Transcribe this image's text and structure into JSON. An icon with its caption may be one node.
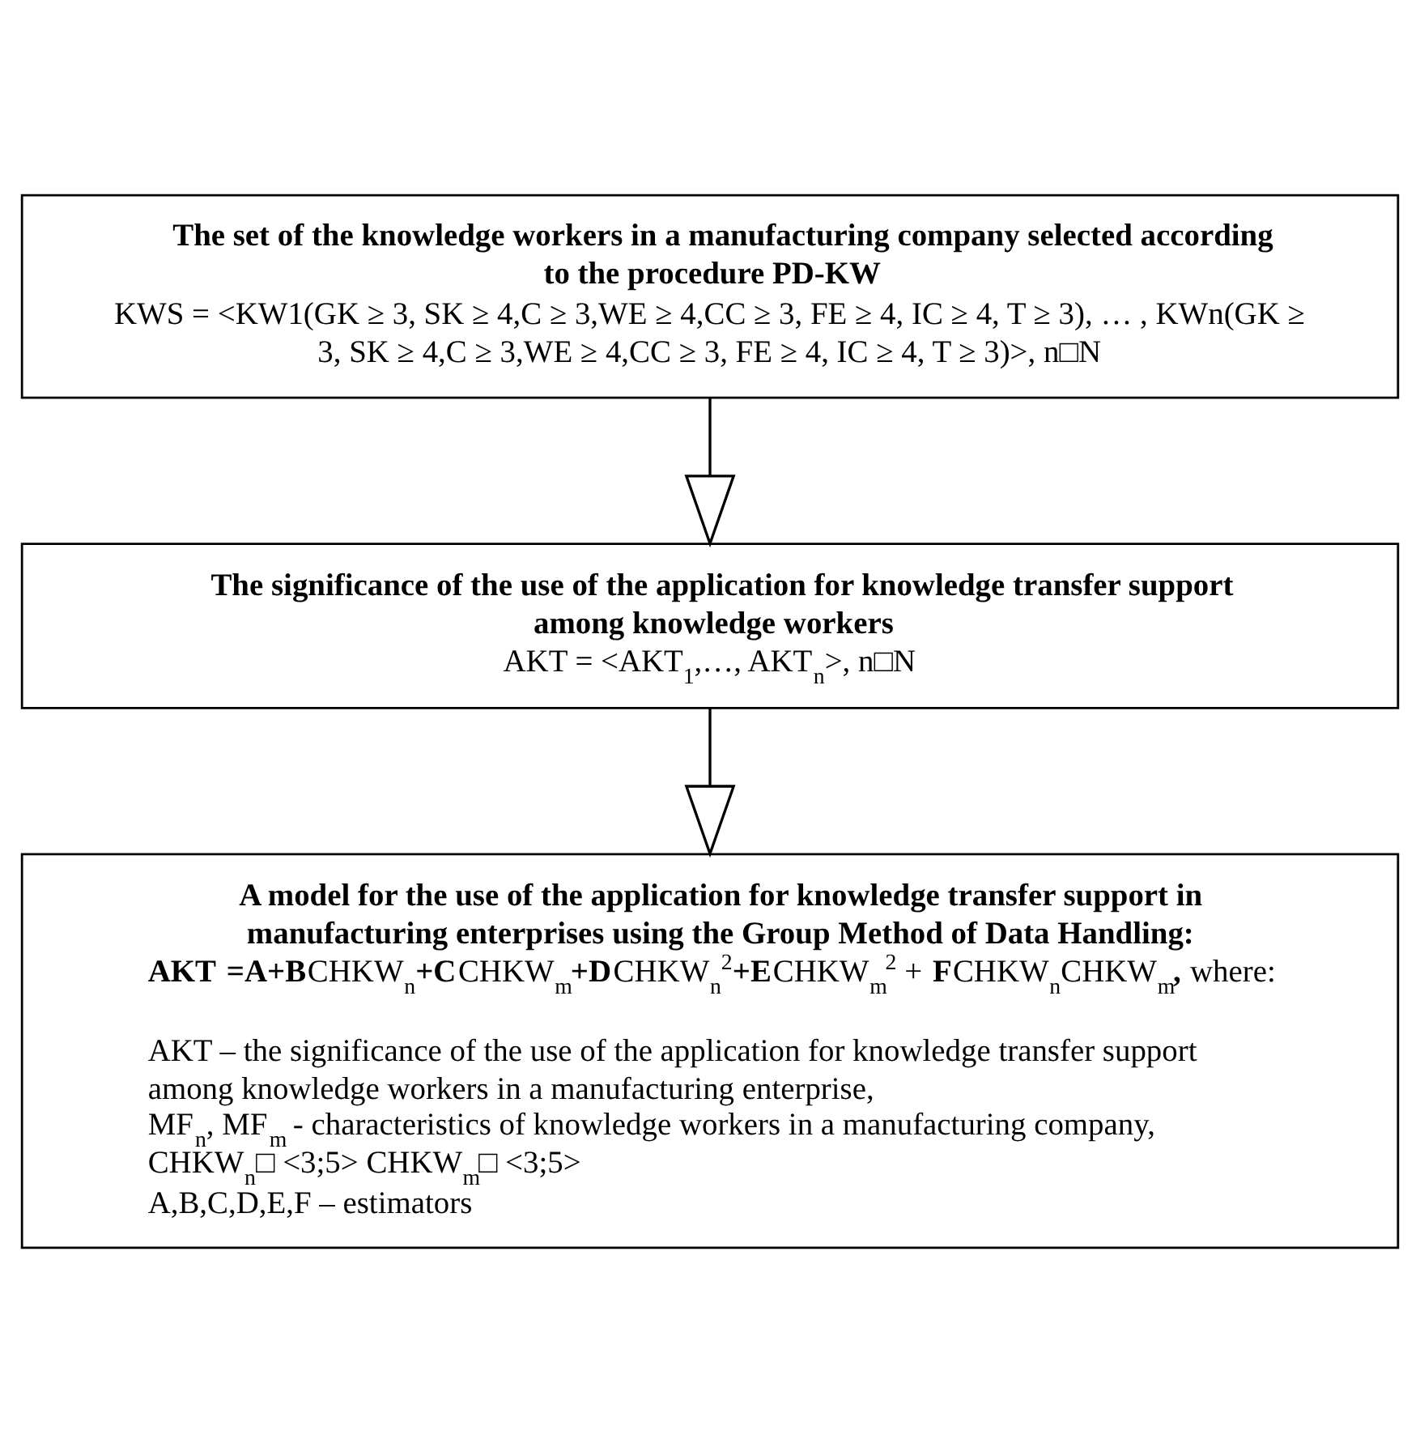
{
  "diagram": {
    "nodes": [
      {
        "text": [
          "The set of the knowledge workers in a manufacturing company selected according to the procedure PD-KW",
          "KWS = <KW1(GK ≥ 3, SK ≥ 4,C ≥ 3,WE ≥ 4,CC ≥ 3, FE ≥ 4, IC ≥ 4, T ≥ 3), … , KWn(GK ≥ 3, SK ≥ 4,C ≥ 3,WE ≥ 4,CC ≥ 3, FE ≥ 4, IC ≥ 4, T ≥ 3)>, n□N"
        ]
      },
      {
        "text": [
          "The significance of the use of the application for knowledge transfer support among knowledge workers",
          "AKT = <AKT$_{1}$,…, AKT$_{n}$>, n□N"
        ]
      },
      {
        "text": [
          "A model for the use of the application for knowledge transfer support in manufacturing enterprises using the Group Method of Data Handling:",
          "**AKT** **=A+B**CHKW$_{n}$**+C**CHKW$_{m}$**+D**CHKW$_{n}$$^{2}$**+E**CHKW$_{m}$$^{2}$ + **F**CHKW$_{n}$CHKW$_{m}$**,** where:",
          "AKT – the significance of the use of the application for knowledge transfer support among knowledge workers in a manufacturing enterprise,",
          "MF$_{n}$, MF$_{m}$ - characteristics of knowledge workers in a manufacturing company,",
          "CHKW$_{n}$□ <3;5> CHKW$_{m}$□ <3;5>",
          "A,B,C,D,E,F – estimators"
        ]
      }
    ],
    "edges": [
      {
        "from": 0,
        "to": 1,
        "arrow": "to"
      },
      {
        "from": 1,
        "to": 2,
        "arrow": "to"
      }
    ]
  }
}
